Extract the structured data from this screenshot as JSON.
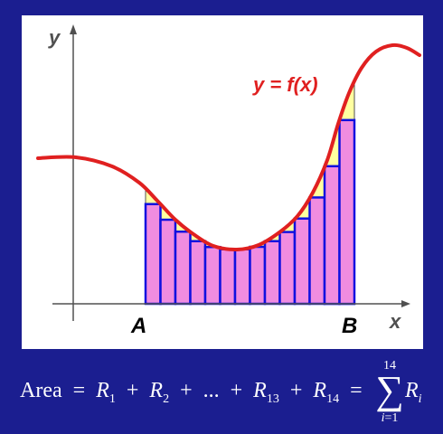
{
  "diagram": {
    "axis_y_label": "y",
    "axis_x_label": "x",
    "point_a_label": "A",
    "point_b_label": "B",
    "curve_label": "y = f(x)",
    "rectangle_count": 14
  },
  "colors": {
    "background": "#1b1e90",
    "panel": "#ffffff",
    "curve": "#e02020",
    "rect_fill": "#f08ce0",
    "rect_stroke": "#1010e0",
    "gap_fill": "#ffffa0",
    "axis": "#505050"
  },
  "formula": {
    "lhs": "Area",
    "eq": "=",
    "plus": "+",
    "ellipsis": "...",
    "r_symbol": "R",
    "sub_1": "1",
    "sub_2": "2",
    "sub_13": "13",
    "sub_14": "14",
    "sum_upper": "14",
    "sum_sigma": "∑",
    "sum_index": "i",
    "sum_lower_eq": "=1",
    "sum_term": "R",
    "sum_term_sub": "i"
  }
}
